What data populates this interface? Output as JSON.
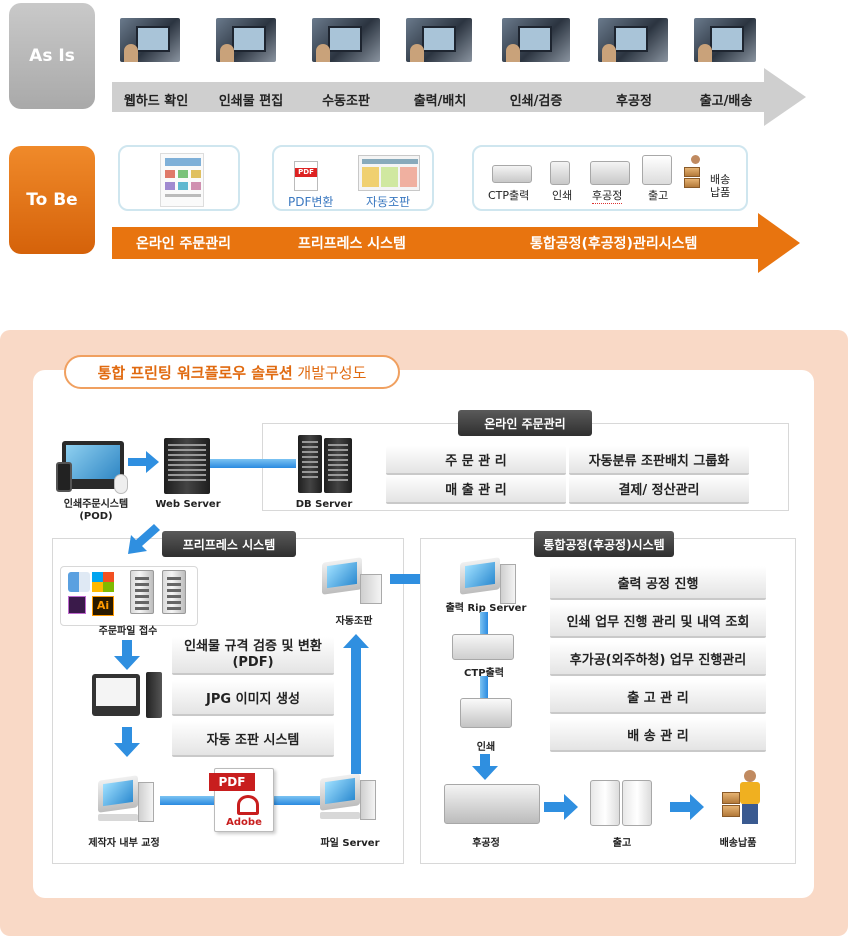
{
  "as_is": {
    "badge": "As Is",
    "steps": [
      "웹하드 확인",
      "인쇄물 편집",
      "수동조판",
      "출력/배치",
      "인쇄/검증",
      "후공정",
      "출고/배송"
    ]
  },
  "to_be": {
    "badge": "To Be",
    "box2": {
      "pdf": "PDF변환",
      "auto": "자동조판"
    },
    "box3": {
      "ctp": "CTP출력",
      "print": "인쇄",
      "post": "후공정",
      "ship": "출고",
      "deliver": "배송\n납품"
    },
    "arrow_labels": [
      "온라인 주문관리",
      "프리프레스 시스템",
      "통합공정(후공정)관리시스템"
    ]
  },
  "diagram": {
    "title_bold": "통합 프린팅 워크플로우 솔루션",
    "title_rest": " 개발구성도",
    "online": {
      "tab": "온라인 주문관리",
      "items": [
        "주 문 관 리",
        "자동분류 조판배치 그룹화",
        "매 출 관 리",
        "결제/ 정산관리"
      ],
      "pod_caption": "인쇄주문시스템\n(POD)",
      "web_caption": "Web Server",
      "db_caption": "DB Server"
    },
    "prepress": {
      "tab": "프리프레스 시스템",
      "file_receive": "주문파일 접수",
      "items": [
        "인쇄물 규격 검증 및 변환\n(PDF)",
        "JPG 이미지 생성",
        "자동 조판 시스템"
      ],
      "auto_caption": "자동조판",
      "proof_caption": "제작자 내부 교정",
      "file_server_caption": "파일 Server",
      "pdf_label": "PDF",
      "adobe_label": "Adobe"
    },
    "integrated": {
      "tab": "통합공정(후공정)시스템",
      "items": [
        "출력 공정 진행",
        "인쇄 업무 진행 관리 및 내역 조회",
        "후가공(외주하청) 업무 진행관리",
        "출 고 관 리",
        "배 송 관 리"
      ],
      "rip_caption": "출력 Rip Server",
      "ctp_caption": "CTP출력",
      "print_caption": "인쇄",
      "post_caption": "후공정",
      "ship_caption": "출고",
      "deliver_caption": "배송납품"
    }
  }
}
